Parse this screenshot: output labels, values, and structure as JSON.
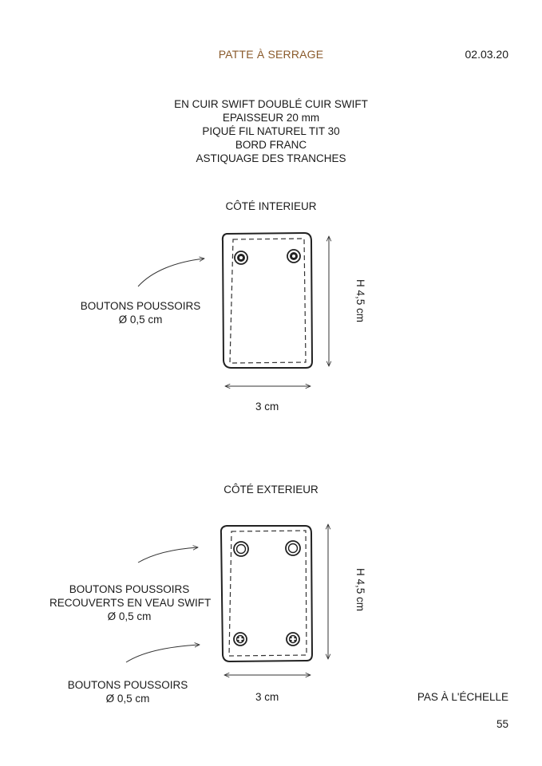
{
  "header": {
    "title": "PATTE À SERRAGE",
    "date": "02.03.20",
    "title_color": "#8a5a2b"
  },
  "specs": [
    "EN CUIR SWIFT DOUBLÉ CUIR SWIFT",
    "EPAISSEUR 20 mm",
    "PIQUÉ FIL NATUREL TIT 30",
    "BORD FRANC",
    "ASTIQUAGE DES TRANCHES"
  ],
  "interior": {
    "heading": "CÔTÉ INTERIEUR",
    "label_line1": "BOUTONS POUSSOIRS",
    "label_line2": "Ø 0,5 cm",
    "height_dim": "H 4,5 cm",
    "width_dim": "3 cm"
  },
  "exterior": {
    "heading": "CÔTÉ EXTERIEUR",
    "label_top_line1": "BOUTONS POUSSOIRS",
    "label_top_line2": "RECOUVERTS EN VEAU SWIFT",
    "label_top_line3": "Ø 0,5 cm",
    "label_bottom_line1": "BOUTONS POUSSOIRS",
    "label_bottom_line2": "Ø 0,5 cm",
    "height_dim": "H 4,5 cm",
    "width_dim": "3 cm"
  },
  "footer": {
    "scale_note": "PAS À L'ÉCHELLE",
    "page_number": "55"
  }
}
